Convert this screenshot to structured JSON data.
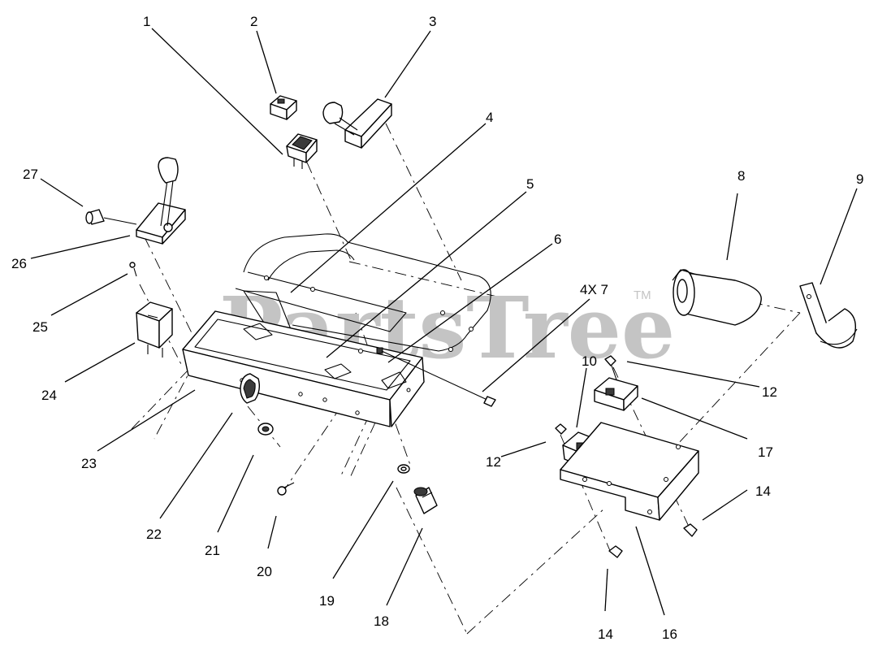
{
  "watermark": {
    "text": "PartsTree",
    "trademark": "TM"
  },
  "callouts": [
    {
      "id": "c1",
      "label": "1"
    },
    {
      "id": "c2",
      "label": "2"
    },
    {
      "id": "c3",
      "label": "3"
    },
    {
      "id": "c4",
      "label": "4"
    },
    {
      "id": "c5",
      "label": "5"
    },
    {
      "id": "c6",
      "label": "6"
    },
    {
      "id": "c4x7",
      "label": "4X 7"
    },
    {
      "id": "c8",
      "label": "8"
    },
    {
      "id": "c9",
      "label": "9"
    },
    {
      "id": "c10",
      "label": "10"
    },
    {
      "id": "c12a",
      "label": "12"
    },
    {
      "id": "c12b",
      "label": "12"
    },
    {
      "id": "c14a",
      "label": "14"
    },
    {
      "id": "c14b",
      "label": "14"
    },
    {
      "id": "c16",
      "label": "16"
    },
    {
      "id": "c17",
      "label": "17"
    },
    {
      "id": "c18",
      "label": "18"
    },
    {
      "id": "c19",
      "label": "19"
    },
    {
      "id": "c20",
      "label": "20"
    },
    {
      "id": "c21",
      "label": "21"
    },
    {
      "id": "c22",
      "label": "22"
    },
    {
      "id": "c23",
      "label": "23"
    },
    {
      "id": "c24",
      "label": "24"
    },
    {
      "id": "c25",
      "label": "25"
    },
    {
      "id": "c26",
      "label": "26"
    },
    {
      "id": "c27",
      "label": "27"
    }
  ]
}
